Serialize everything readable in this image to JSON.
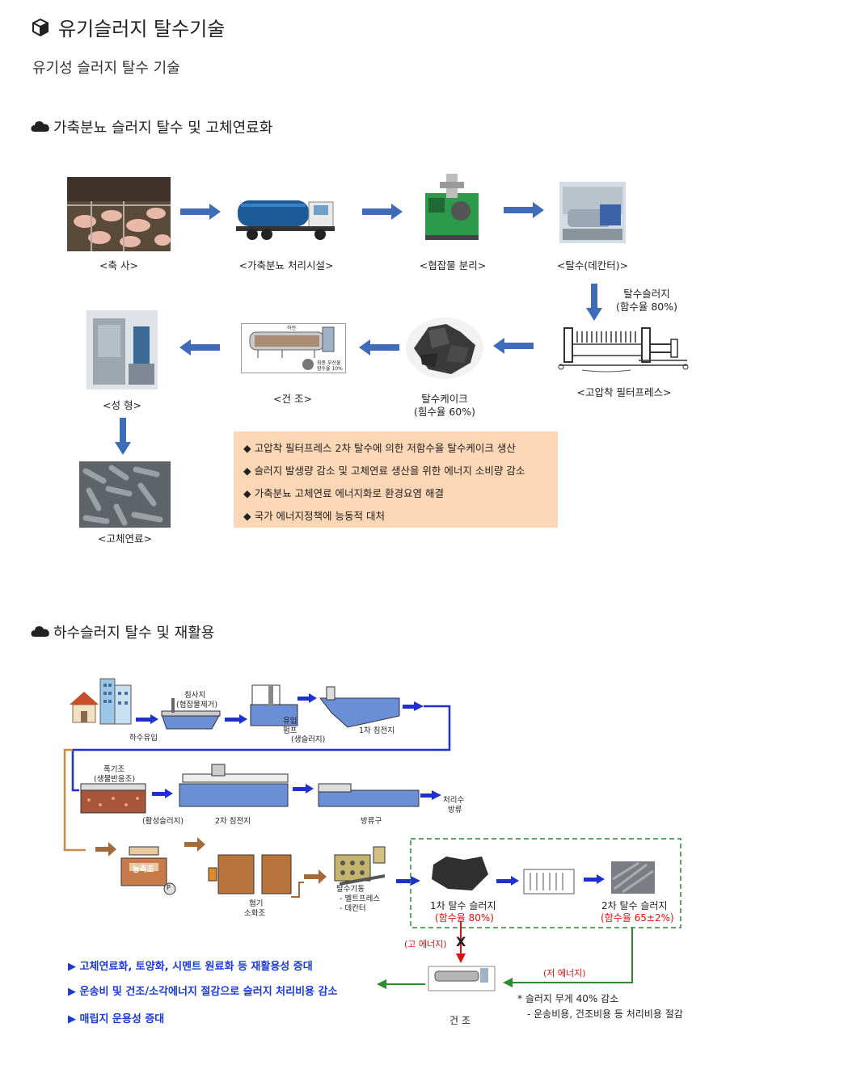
{
  "title": "유기슬러지 탈수기술",
  "subtitle": "유기성 슬러지 탈수 기술",
  "section1": {
    "heading": "가축분뇨 슬러지 탈수 및 고체연료화",
    "steps": {
      "barn": "<축 사>",
      "facility": "<가축분뇨 처리시설>",
      "separation": "<협잡물 분리>",
      "decanter": "<탈수(데칸터)>",
      "filterpress": "<고압착 필터프레스>",
      "cake_line1": "탈수케이크",
      "cake_line2": "(힘수율 60%)",
      "dry": "<건 조>",
      "molding": "<성 형>",
      "fuel": "<고체연료>"
    },
    "sludge_label_line1": "탈수슬러지",
    "sludge_label_line2": "(함수율 80%)",
    "dryer_inner_top": "하전",
    "dryer_inner_line1": "최종 부산물",
    "dryer_inner_line2": "함수율 10%",
    "benefits": [
      "◆ 고압착 필터프레스 2차 탈수에 의한 저함수율 탈수케이크 생산",
      "◆ 슬러지 발생량 감소 및 고체연료 생산을 위한 에너지 소비량 감소",
      "◆ 가축분뇨 고체연료 에너지화로 환경요염 해결",
      "◆ 국가 에너지정책에 능동적 대처"
    ]
  },
  "section2": {
    "heading": "하수슬러지 탈수 및 재활용",
    "labels": {
      "sewage_in": "하수유입",
      "grit_line1": "침사지",
      "grit_line2": "(협잡물제거)",
      "pump_line1": "유입",
      "pump_line2": "펌프",
      "raw_sludge": "(생슬러지)",
      "primary": "1차 침전지",
      "aeration_line1": "폭기조",
      "aeration_line2": "(생물반응조)",
      "activated": "(활성슬러지)",
      "secondary": "2차 침전지",
      "discharge_tank": "방류구",
      "treated_line1": "처리수",
      "treated_line2": "방류",
      "thickener": "농축조",
      "pump_p": "P",
      "digester_line1": "혐기",
      "digester_line2": "소화조",
      "dewater_line1": "탈수기동",
      "dewater_line2": "- 벨트프레스",
      "dewater_line3": "- 데칸터",
      "first_sludge": "1차 탈수 슬러지",
      "first_rate": "(함수율 80%)",
      "second_sludge": "2차 탈수 슬러지",
      "second_rate": "(함수율 65±2%)",
      "high_energy": "(고 에너지)",
      "x_mark": "X",
      "low_energy": "(저 에너지)",
      "dry": "건 조",
      "weight_note": "* 슬러지 무게 40% 감소",
      "cost_note": "- 운송비용, 건조비용 등 처리비용 절감"
    },
    "benefits": [
      "▶ 고체연료화, 토양화, 시멘트 원료화 등 재활용성 증대",
      "▶ 운송비 및 건조/소각에너지 절감으로 슬러지 처리비용 감소",
      "▶ 매립지 운용성 증대"
    ]
  },
  "colors": {
    "arrow_blue": "#3f6cb8",
    "note_bg": "#fcd7b6",
    "pipe_blue": "#1f2fd0",
    "pipe_brown": "#c98a4c",
    "green": "#2e8b2e",
    "red": "#e01010"
  },
  "icons": {
    "title_icon": "cube-icon",
    "section_icon": "cloud-icon"
  }
}
